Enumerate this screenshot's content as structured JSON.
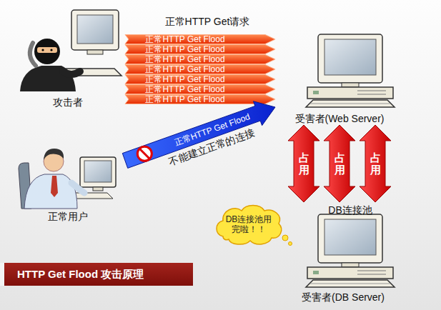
{
  "diagram": {
    "title": "HTTP Get Flood 攻击原理",
    "nodes": [
      {
        "text": [
          "攻击者"
        ]
      },
      {
        "text": [
          "受害者(Web Server)"
        ]
      },
      {
        "text": [
          "正常用户"
        ]
      },
      {
        "text": [
          "DB连接池用完啦！！"
        ]
      },
      {
        "text": [
          "受害者(DB Server)"
        ]
      }
    ],
    "edges": [
      {
        "from": 0,
        "to": 1,
        "arrow": "to",
        "label": "正常HTTP Get Flood"
      },
      {
        "from": 0,
        "to": 1,
        "arrow": "to",
        "label": "正常HTTP Get Flood"
      },
      {
        "from": 0,
        "to": 1,
        "arrow": "to",
        "label": "正常HTTP Get Flood"
      },
      {
        "from": 0,
        "to": 1,
        "arrow": "to",
        "label": "正常HTTP Get Flood"
      },
      {
        "from": 0,
        "to": 1,
        "arrow": "to",
        "label": "正常HTTP Get Flood"
      },
      {
        "from": 0,
        "to": 1,
        "arrow": "to",
        "label": "正常HTTP Get Flood"
      },
      {
        "from": 0,
        "to": 1,
        "arrow": "to",
        "label": "正常HTTP Get Flood"
      },
      {
        "from": 2,
        "to": 1,
        "arrow": "to",
        "label": "正常HTTP Get Flood"
      },
      {
        "from": 1,
        "to": 4,
        "arrow": "both",
        "label": "占用"
      },
      {
        "from": 1,
        "to": 4,
        "arrow": "both",
        "label": "占用"
      },
      {
        "from": 1,
        "to": 4,
        "arrow": "both",
        "label": "占用"
      }
    ],
    "labels": [
      "正常HTTP Get请求",
      "不能建立正常的连接",
      "DB连接池"
    ]
  }
}
